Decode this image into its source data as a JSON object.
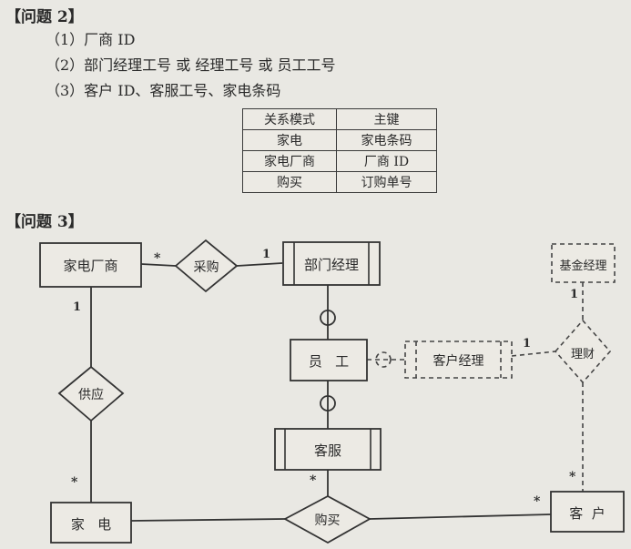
{
  "q2": {
    "title": "【问题 2】",
    "items": [
      "（1）厂商 ID",
      "（2）部门经理工号 或 经理工号 或 员工工号",
      "（3）客户 ID、客服工号、家电条码"
    ]
  },
  "table": {
    "headers": [
      "关系模式",
      "主键"
    ],
    "rows": [
      [
        "家电",
        "家电条码"
      ],
      [
        "家电厂商",
        "厂商 ID"
      ],
      [
        "购买",
        "订购单号"
      ]
    ]
  },
  "q3": {
    "title": "【问题 3】"
  },
  "diagram": {
    "entities": {
      "manufacturer": "家电厂商",
      "dept_manager": "部门经理",
      "employee": "员   工",
      "customer_service": "客服",
      "client_manager": "客户经理",
      "fund_manager": "基金经理",
      "appliance": "家   电",
      "customer": "客  户"
    },
    "relationships": {
      "purchase_procure": "采购",
      "supply": "供应",
      "buy": "购买",
      "finance": "理财"
    },
    "cardinalities": {
      "manufacturer_procure": "*",
      "procure_dept": "1",
      "manufacturer_supply": "1",
      "supply_appliance": "*",
      "buy_service": "*",
      "buy_customer": "*",
      "client_finance": "1",
      "fund_finance": "1",
      "customer_finance": "*"
    }
  }
}
